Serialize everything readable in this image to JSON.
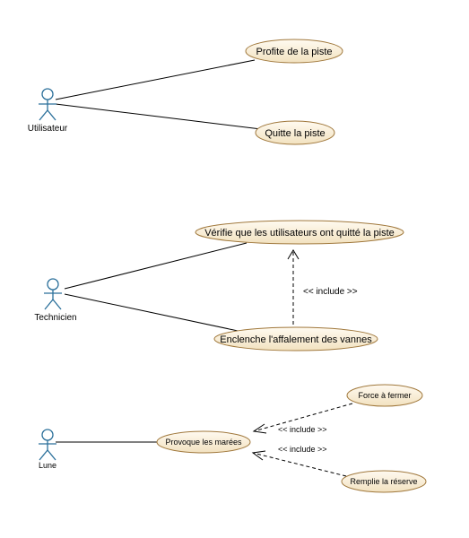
{
  "colors": {
    "usecase_fill_top": "#fffaf0",
    "usecase_fill_bottom": "#f2e2c0",
    "usecase_border": "#a0783c",
    "actor_stroke": "#2a6f9a"
  },
  "actors": [
    {
      "id": "utilisateur",
      "label": "Utilisateur"
    },
    {
      "id": "technicien",
      "label": "Technicien"
    },
    {
      "id": "lune",
      "label": "Lune"
    }
  ],
  "usecases": [
    {
      "id": "profite",
      "label": "Profite de la piste"
    },
    {
      "id": "quitte",
      "label": "Quitte la piste"
    },
    {
      "id": "verifie",
      "label": "Vérifie que les utilisateurs ont quitté la piste"
    },
    {
      "id": "enclenche",
      "label": "Enclenche l'affalement des vannes"
    },
    {
      "id": "force",
      "label": "Force à fermer"
    },
    {
      "id": "provoque",
      "label": "Provoque les marées"
    },
    {
      "id": "remplie",
      "label": "Remplie la réserve"
    }
  ],
  "relations": {
    "include_label": "<< include >>"
  }
}
